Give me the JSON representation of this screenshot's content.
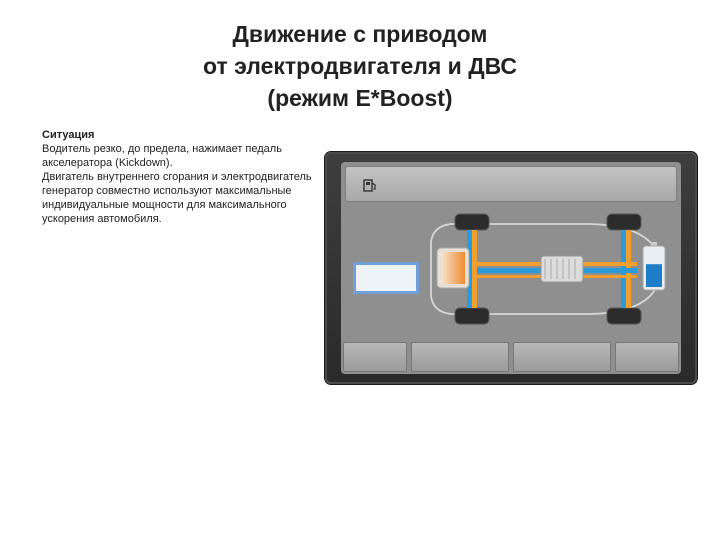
{
  "title": {
    "line1": "Движение с приводом",
    "line2": "от электродвигателя и ДВС",
    "line3": "(режим E*Boost)"
  },
  "description": {
    "heading": "Ситуация",
    "lines": [
      "Водитель резко, до предела, нажимает педаль",
      "акселератора (Kickdown).",
      "Двигатель внутреннего сгорания и электродвигатель",
      "генератор совместно используют максимальные",
      "индивидуальные мощности для максимального",
      "ускорения автомобиля."
    ]
  },
  "display": {
    "icons": {
      "fuel": "fuel-pump-icon",
      "battery": "battery-icon",
      "engine": "combustion-engine-icon",
      "motor": "electric-motor-icon"
    },
    "colors": {
      "energy_flow_orange": "#f0a030",
      "energy_flow_blue": "#2a9ad8",
      "info_box_border": "#6fa0d8",
      "screen_bg": "#8f8f8f"
    },
    "battery_charge_level": 0.6
  }
}
